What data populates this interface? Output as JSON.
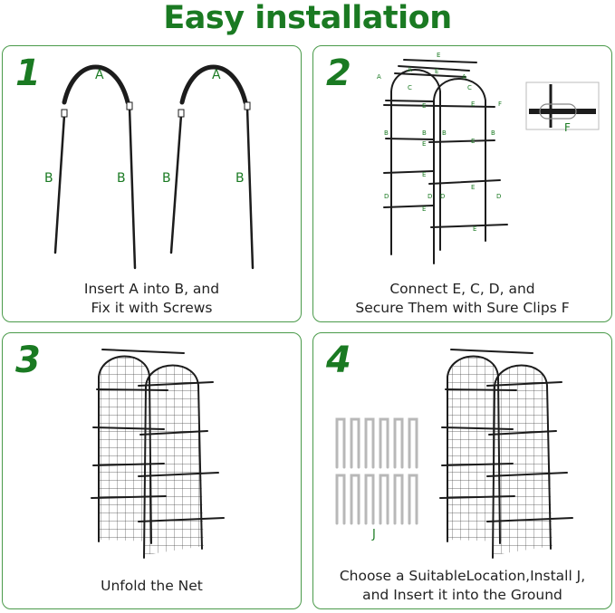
{
  "title": "Easy installation",
  "colors": {
    "accent": "#1a7a22",
    "border": "#4a9a4a",
    "frame": "#1c1c1c"
  },
  "steps": [
    {
      "number": "1",
      "caption_line1": "Insert A into B, and",
      "caption_line2": "Fix it with Screws",
      "labels": {
        "a": "A",
        "b": "B"
      }
    },
    {
      "number": "2",
      "caption_line1": "Connect E, C, D, and",
      "caption_line2": "Secure Them with Sure Clips F",
      "labels": {
        "a": "A",
        "b": "B",
        "c": "C",
        "d": "D",
        "e": "E",
        "f": "F"
      }
    },
    {
      "number": "3",
      "caption_line1": "Unfold the Net",
      "caption_line2": ""
    },
    {
      "number": "4",
      "caption_line1": "Choose a SuitableLocation,Install J,",
      "caption_line2": "and Insert it into the Ground",
      "labels": {
        "j": "J"
      }
    }
  ]
}
